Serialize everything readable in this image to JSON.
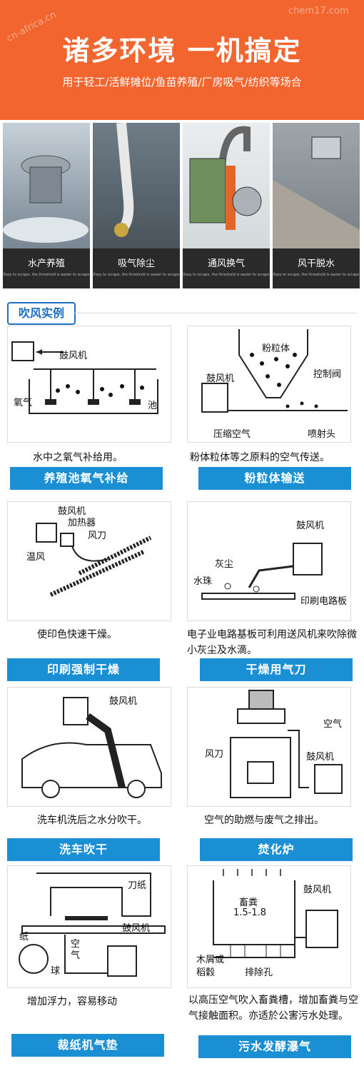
{
  "banner": {
    "title": "诸多环境 一机搞定",
    "subtitle": "用于轻工/活鲜摊位/鱼苗养殖/厂房吸气/纺织等场合",
    "watermark_left": "cn-africa.cn",
    "watermark_right": "chem17.com"
  },
  "photos": [
    {
      "caption": "水产养殖",
      "sub": "Easy to scrape, the threshold is easier to scrape"
    },
    {
      "caption": "吸气除尘",
      "sub": "Easy to scrape, the threshold is easier to scrape"
    },
    {
      "caption": "通风换气",
      "sub": "Easy to scrape, the threshold is easier to scrape"
    },
    {
      "caption": "风干脱水",
      "sub": "Easy to scrape, the threshold is easier to scrape"
    }
  ],
  "section_title": "吹风实例",
  "examples": [
    {
      "desc": "水中之氧气补给用。",
      "title": "养殖池氧气补给",
      "labels": [
        "鼓风机",
        "氧气",
        "池"
      ]
    },
    {
      "desc": "粉体粒体等之原料的空气传送。",
      "title": "粉粒体输送",
      "labels": [
        "粉粒体",
        "鼓风机",
        "控制阀",
        "压缩空气",
        "喷射头"
      ]
    },
    {
      "desc": "使印色快速干燥。",
      "title": "印刷强制干燥",
      "labels": [
        "鼓风机",
        "加热器",
        "风刀",
        "温风"
      ]
    },
    {
      "desc": "电子业电路基板可利用送风机来吹除微小灰尘及水滴。",
      "title": "干燥用气刀",
      "labels": [
        "鼓风机",
        "灰尘",
        "水珠",
        "印刷电路板"
      ]
    },
    {
      "desc": "洗车机洗后之水分吹干。",
      "title": "洗车吹干",
      "labels": [
        "鼓风机"
      ]
    },
    {
      "desc": "空气的助燃与废气之排出。",
      "title": "焚化炉",
      "labels": [
        "空气",
        "风刀",
        "鼓风机"
      ]
    },
    {
      "desc": "增加浮力，容易移动",
      "title": "裁纸机气垫",
      "labels": [
        "刀纸",
        "鼓风机",
        "纸",
        "空",
        "气",
        "球"
      ]
    },
    {
      "desc": "以高压空气吹入畜粪槽，增加畜粪与空气接触面积。亦适於公害污水处理。",
      "title": "污水发酵瀑气",
      "labels": [
        "鼓风机",
        "畜粪",
        "1.5-1.8",
        "木屑或",
        "稻穀",
        "排除孔"
      ]
    }
  ]
}
